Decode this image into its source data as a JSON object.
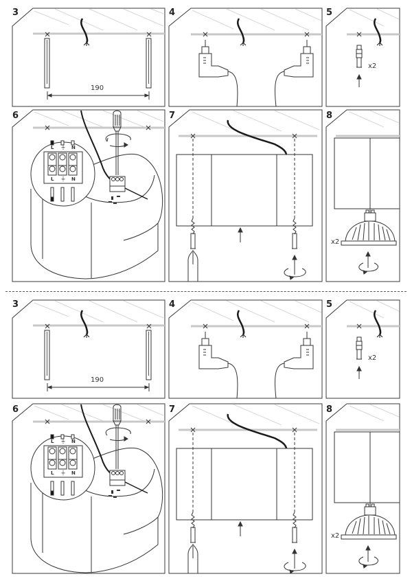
{
  "document": {
    "type": "installation-instructions",
    "copies": [
      {
        "steps": [
          {
            "number": "3",
            "dimension_label": "190"
          },
          {
            "number": "4"
          },
          {
            "number": "5",
            "quantity_label": "x2"
          },
          {
            "number": "6",
            "terminal_labels": {
              "live": "L",
              "earth": "⏚",
              "neutral": "N"
            }
          },
          {
            "number": "7"
          },
          {
            "number": "8",
            "quantity_label": "x2"
          }
        ]
      },
      {
        "steps": [
          {
            "number": "3",
            "dimension_label": "190"
          },
          {
            "number": "4"
          },
          {
            "number": "5",
            "quantity_label": "x2"
          },
          {
            "number": "6",
            "terminal_labels": {
              "live": "L",
              "earth": "⏚",
              "neutral": "N"
            }
          },
          {
            "number": "7"
          },
          {
            "number": "8",
            "quantity_label": "x2"
          }
        ]
      }
    ]
  },
  "colors": {
    "line": "#3a3a3a",
    "ceiling_line": "#c8c8c8",
    "hatch": "#d8d8d8",
    "cable": "#1a1a1a"
  }
}
